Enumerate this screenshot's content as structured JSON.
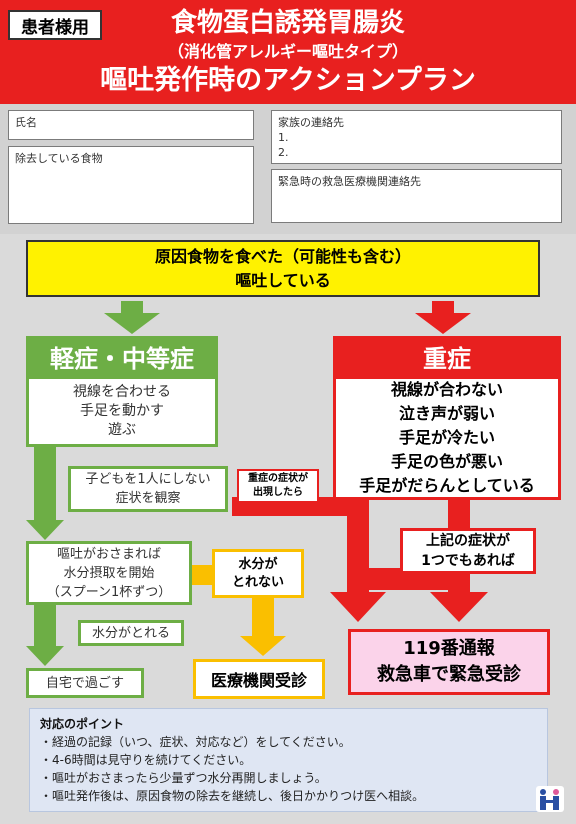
{
  "header": {
    "patient_tag": "患者様用",
    "title_line1": "食物蛋白誘発胃腸炎",
    "title_line2": "（消化管アレルギー嘔吐タイプ）",
    "title_line3": "嘔吐発作時のアクションプラン"
  },
  "info": {
    "name_label": "氏名",
    "removed_food_label": "除去している食物",
    "family_contact_label": "家族の連絡先",
    "family_contact_1": "1.",
    "family_contact_2": "2.",
    "emergency_contact_label": "緊急時の救急医療機関連絡先"
  },
  "trigger": {
    "line1": "原因食物を食べた（可能性も含む）",
    "line2": "嘔吐している"
  },
  "mild": {
    "heading": "軽症・中等症",
    "symptoms": [
      "視線を合わせる",
      "手足を動かす",
      "遊ぶ"
    ],
    "observe": [
      "子どもを1人にしない",
      "症状を観察"
    ],
    "hydrate": [
      "嘔吐がおさまれば",
      "水分摂取を開始",
      "（スプーン1杯ずつ）"
    ],
    "can_drink": "水分がとれる",
    "cannot_drink": [
      "水分が",
      "とれない"
    ],
    "stay_home": "自宅で過ごす",
    "visit_clinic": "医療機関受診"
  },
  "severe": {
    "heading": "重症",
    "symptoms": [
      "視線が合わない",
      "泣き声が弱い",
      "手足が冷たい",
      "手足の色が悪い",
      "手足がだらんとしている"
    ],
    "if_severe": [
      "重症の症状が",
      "出現したら"
    ],
    "if_any": [
      "上記の症状が",
      "1つでもあれば"
    ],
    "call": [
      "119番通報",
      "救急車で緊急受診"
    ]
  },
  "points": {
    "title": "対応のポイント",
    "items": [
      "・経過の記録（いつ、症状、対応など）をしてください。",
      "・4-6時間は見守りを続けてください。",
      "・嘔吐がおさまったら少量ずつ水分再開しましょう。",
      "・嘔吐発作後は、原因食物の除去を継続し、後日かかりつけ医へ相談。"
    ]
  },
  "colors": {
    "red": "#e8201f",
    "green": "#6dae45",
    "yellow": "#fff200",
    "orange": "#fabf00",
    "pink": "#fbd3ea",
    "blue_gray": "#dfe6f3"
  }
}
